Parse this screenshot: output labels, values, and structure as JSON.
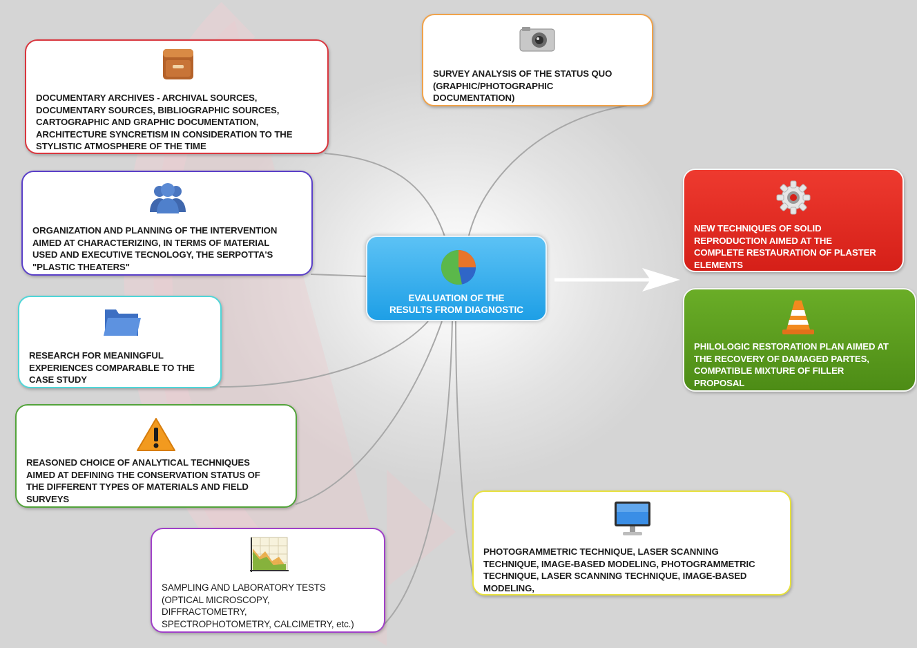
{
  "center": {
    "label": "EVALUATION OF THE\nRESULTS FROM DIAGNOSTIC",
    "icon": "pie-chart-icon"
  },
  "nodes": {
    "archives": {
      "label": "DOCUMENTARY ARCHIVES - ARCHIVAL SOURCES,\nDOCUMENTARY SOURCES, BIBLIOGRAPHIC SOURCES,\nCARTOGRAPHIC AND GRAPHIC DOCUMENTATION,\nARCHITECTURE SYNCRETISM IN CONSIDERATION TO THE\nSTYLISTIC ATMOSPHERE OF THE TIME",
      "icon": "archive-drawer-icon",
      "border_color": "#d9363e"
    },
    "survey": {
      "label": "SURVEY ANALYSIS OF THE STATUS QUO\n(GRAPHIC/PHOTOGRAPHIC\nDOCUMENTATION)",
      "icon": "camera-icon",
      "border_color": "#f0a24a"
    },
    "organization": {
      "label": "ORGANIZATION AND PLANNING OF THE INTERVENTION\nAIMED AT CHARACTERIZING, IN TERMS OF MATERIAL\nUSED AND EXECUTIVE TECNOLOGY, THE SERPOTTA'S\n\"PLASTIC THEATERS\"",
      "icon": "people-icon",
      "border_color": "#5a3fc8"
    },
    "research": {
      "label": "RESEARCH FOR MEANINGFUL\nEXPERIENCES COMPARABLE TO THE\nCASE STUDY",
      "icon": "folder-icon",
      "border_color": "#4fd6d8"
    },
    "reasoned": {
      "label": "REASONED CHOICE OF ANALYTICAL TECHNIQUES\nAIMED AT DEFINING THE CONSERVATION STATUS OF\nTHE DIFFERENT TYPES OF MATERIALS AND FIELD\nSURVEYS",
      "icon": "warning-icon",
      "border_color": "#52a33a"
    },
    "sampling": {
      "label": "SAMPLING AND LABORATORY TESTS\n(OPTICAL MICROSCOPY,\nDIFFRACTOMETRY,\nSPECTROPHOTOMETRY, CALCIMETRY, etc.)",
      "icon": "line-chart-icon",
      "border_color": "#a040c8"
    },
    "photogrammetric": {
      "label": "PHOTOGRAMMETRIC TECHNIQUE, LASER SCANNING\nTECHNIQUE, IMAGE-BASED MODELING, PHOTOGRAMMETRIC\nTECHNIQUE, LASER SCANNING TECHNIQUE, IMAGE-BASED\nMODELING,",
      "icon": "monitor-icon",
      "border_color": "#e8e23c"
    },
    "new_techniques": {
      "label": "NEW TECHNIQUES OF SOLID\nREPRODUCTION AIMED AT THE\nCOMPLETE RESTAURATION OF PLASTER\nELEMENTS",
      "icon": "gear-icon",
      "fill_color": "#e3261f"
    },
    "philologic": {
      "label": "PHILOLOGIC RESTORATION PLAN AIMED AT\nTHE RECOVERY OF DAMAGED PARTES,\nCOMPATIBLE MIXTURE OF FILLER\nPROPOSAL",
      "icon": "traffic-cone-icon",
      "fill_color": "#5c9e1d"
    }
  },
  "colors": {
    "connector": "#a8a8a8",
    "arrow": "#ffffff",
    "background_arc": "#f3d6d8"
  }
}
